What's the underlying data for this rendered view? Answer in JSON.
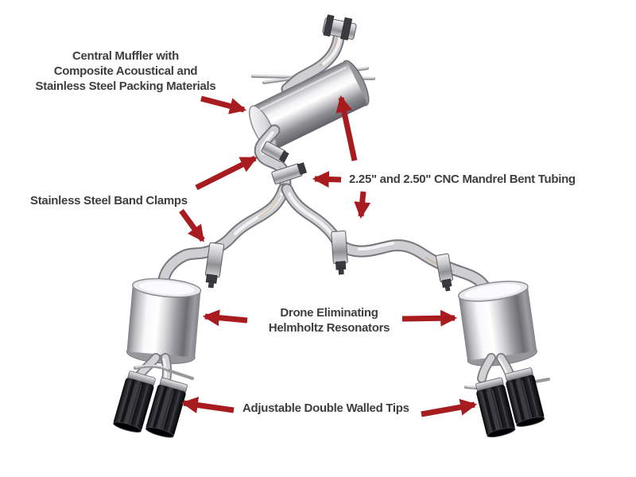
{
  "colors": {
    "background": "#ffffff",
    "arrow_red": "#a81c20",
    "label_text": "#3e3e41"
  },
  "labels": {
    "central_muffler": "Central Muffler with\nComposite Acoustical and\nStainless Steel Packing Materials",
    "band_clamps": "Stainless Steel Band Clamps",
    "tubing": "2.25\" and 2.50\" CNC Mandrel Bent Tubing",
    "resonators": "Drone Eliminating\nHelmholtz Resonators",
    "tips": "Adjustable Double Walled Tips"
  }
}
